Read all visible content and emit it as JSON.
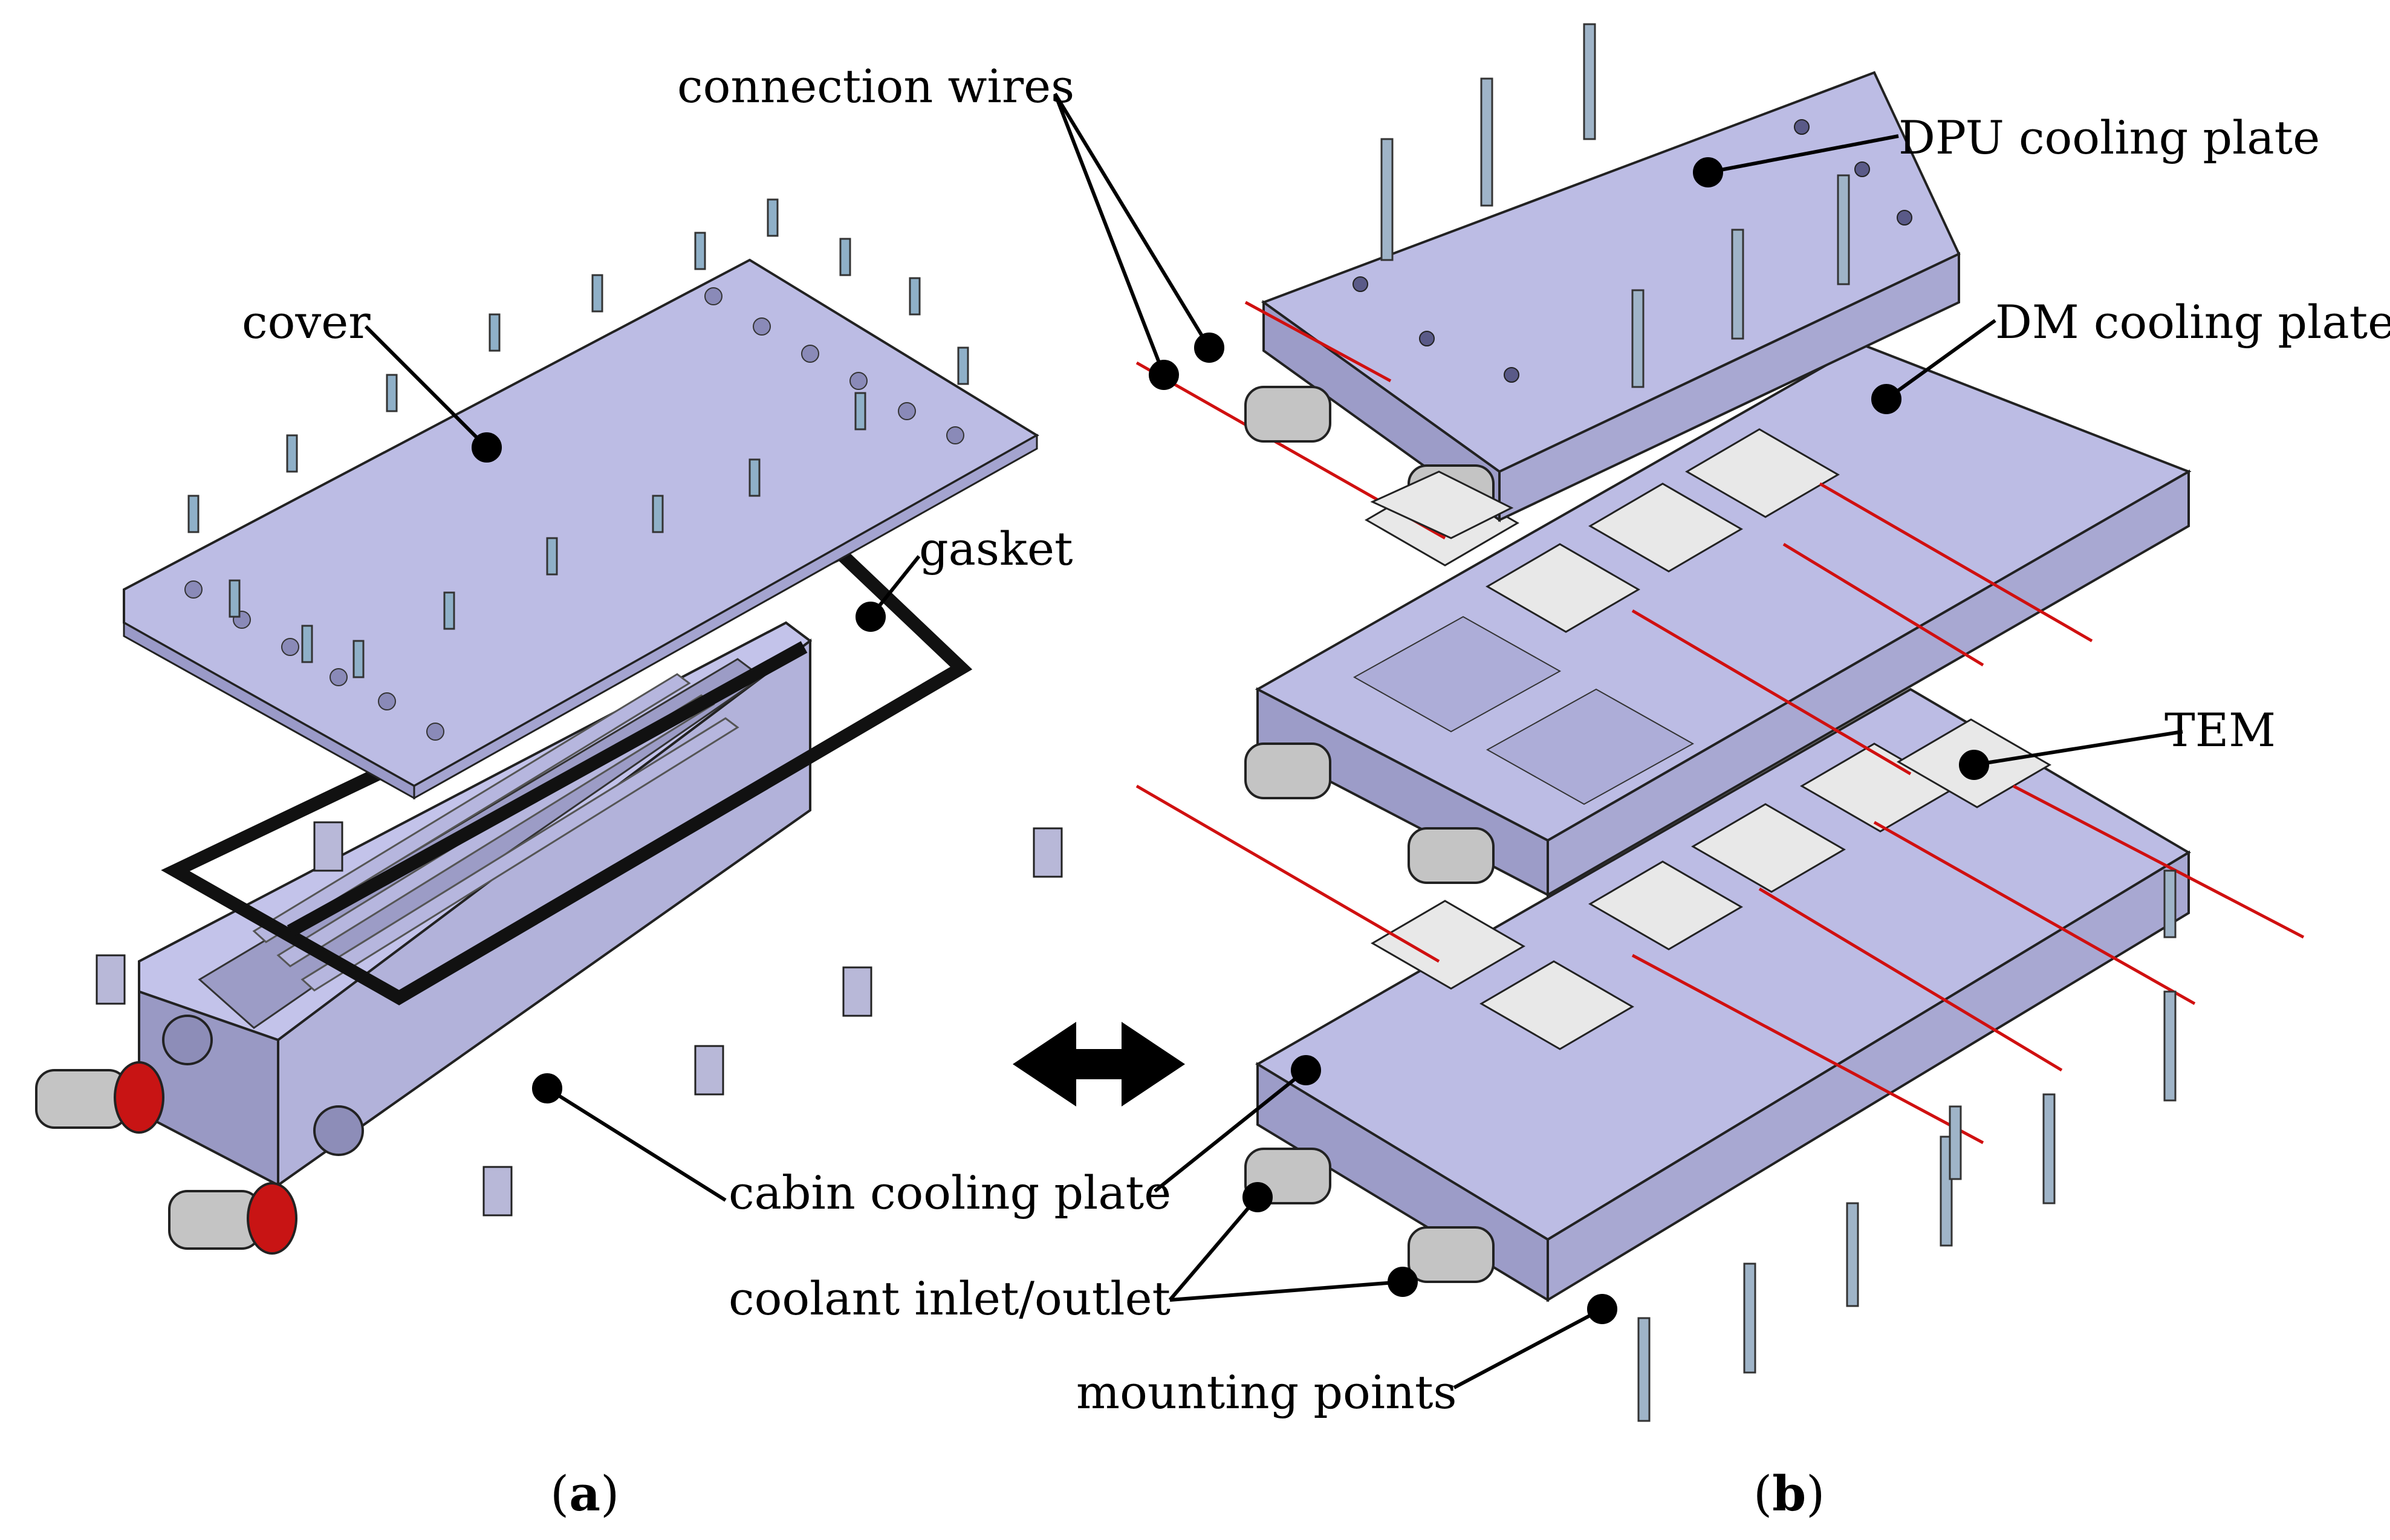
{
  "labels": {
    "connection_wires": "connection wires",
    "dpu_cooling_plate": "DPU cooling plate",
    "dm_cooling_plate": "DM cooling plate",
    "cover": "cover",
    "gasket": "gasket",
    "tem": "TEM",
    "cabin_cooling_plate": "cabin cooling plate",
    "coolant_inlet_outlet": "coolant inlet/outlet",
    "mounting_points": "mounting points"
  },
  "captions": {
    "a_open": "(",
    "a_letter": "a",
    "a_close": ")",
    "b_open": "(",
    "b_letter": "b",
    "b_close": ")"
  },
  "colors": {
    "plate_fill": "#bcbce4",
    "plate_edge": "#2a2a3a",
    "tem_fill": "#e8e8e8",
    "wire_red": "#d01010",
    "connector_red": "#c81414",
    "gasket": "#111111"
  }
}
